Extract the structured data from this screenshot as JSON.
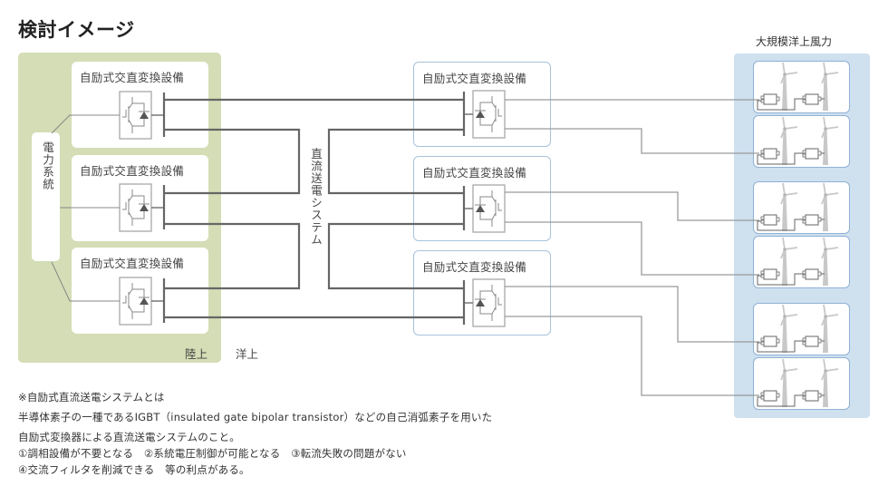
{
  "title": "検討イメージ",
  "regions": {
    "land_label": "陸上",
    "sea_label": "洋上",
    "offshore_wind_label": "大規模洋上風力"
  },
  "power_grid_label": "電力系統",
  "dc_system_label": "直流送電システム",
  "land_converters": [
    {
      "label": "自励式交直変換設備"
    },
    {
      "label": "自励式交直変換設備"
    },
    {
      "label": "自励式交直変換設備"
    }
  ],
  "sea_converters": [
    {
      "label": "自励式交直変換設備"
    },
    {
      "label": "自励式交直変換設備"
    },
    {
      "label": "自励式交直変換設備"
    }
  ],
  "wind_farm_units": 6,
  "turbines_per_unit": 2,
  "notes": [
    "※自励式直流送電システムとは",
    "半導体素子の一種であるIGBT（insulated gate bipolar transistor）などの自己消弧素子を用いた",
    "自励式変換器による直流送電システムのこと。",
    "①調相設備が不要となる　②系統電圧制御が可能となる　③転流失敗の問題がない",
    "④交流フィルタを削減できる　等の利点がある。"
  ],
  "colors": {
    "land_panel": "#d4ddb5",
    "sea_panel": "#cfe0ef",
    "sea_box_border": "#a7c3dc",
    "line_dark": "#666666",
    "line_light": "#9a9a9a",
    "turbine": "#c8c8c8"
  }
}
